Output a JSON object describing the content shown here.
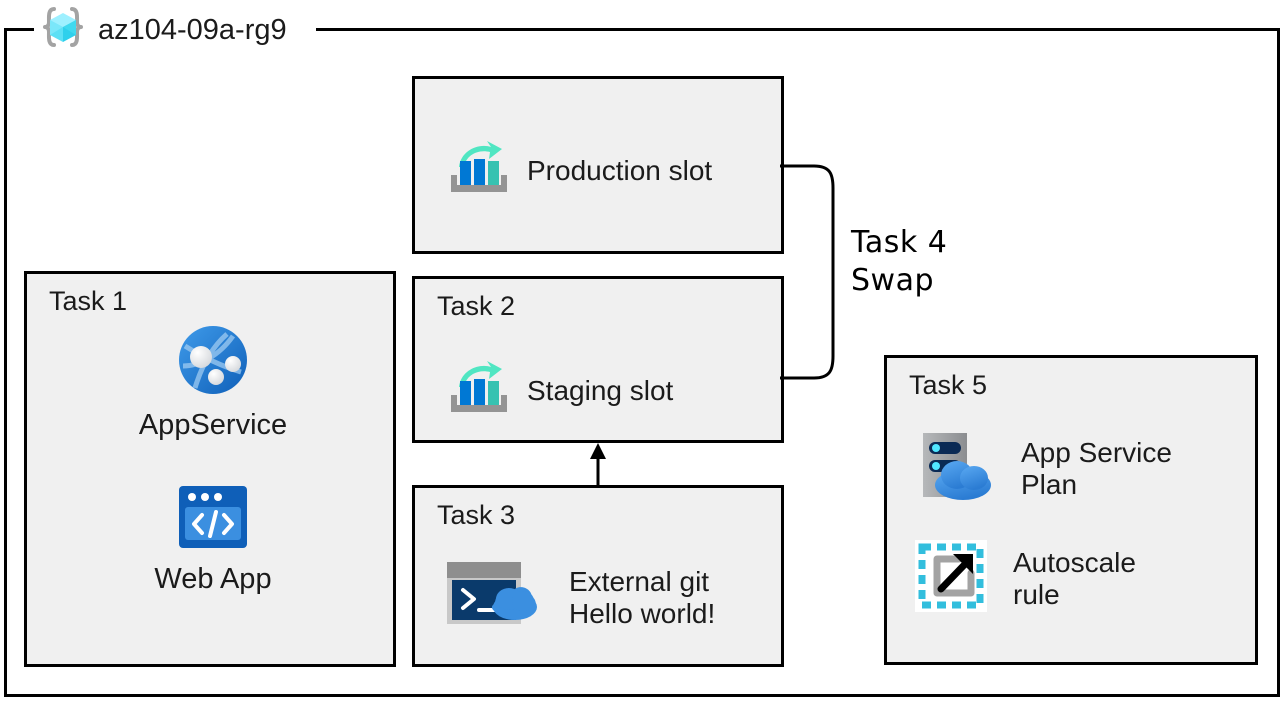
{
  "resource_group": {
    "name": "az104-09a-rg9",
    "icon": "resource-group-cube-icon"
  },
  "boxes": {
    "production": {
      "resource_label": "Production slot",
      "icon": "deployment-slot-icon"
    },
    "task1": {
      "label": "Task 1",
      "items": [
        {
          "label": "AppService",
          "icon": "app-service-globe-icon"
        },
        {
          "label": "Web App",
          "icon": "web-app-code-window-icon"
        }
      ]
    },
    "task2": {
      "label": "Task 2",
      "resource_label": "Staging slot",
      "icon": "deployment-slot-icon"
    },
    "task3": {
      "label": "Task 3",
      "resource_label": "External git\nHello world!",
      "icon": "cloud-shell-terminal-icon"
    },
    "task5": {
      "label": "Task 5",
      "items": [
        {
          "label": "App Service\nPlan",
          "icon": "app-service-plan-icon"
        },
        {
          "label": "Autoscale\nrule",
          "icon": "autoscale-rule-icon"
        }
      ]
    }
  },
  "connectors": {
    "swap": {
      "label": "Task 4\nSwap",
      "icon": "swap-bracket-connector"
    },
    "deploy_arrow": {
      "icon": "up-arrow-icon"
    }
  },
  "colors": {
    "box_fill": "#f0f0f0",
    "box_border": "#000000",
    "azure_blue": "#0078d4",
    "azure_teal": "#50e6c2",
    "cube_cyan": "#5ce0f5",
    "bracket_gray": "#a3a3a3",
    "server_gray": "#a0a2a4",
    "cloud_blue": "#4a9ced",
    "terminal_navy": "#0a3a6b",
    "dashed_cyan": "#32bedd",
    "text": "#1b1b1b"
  }
}
